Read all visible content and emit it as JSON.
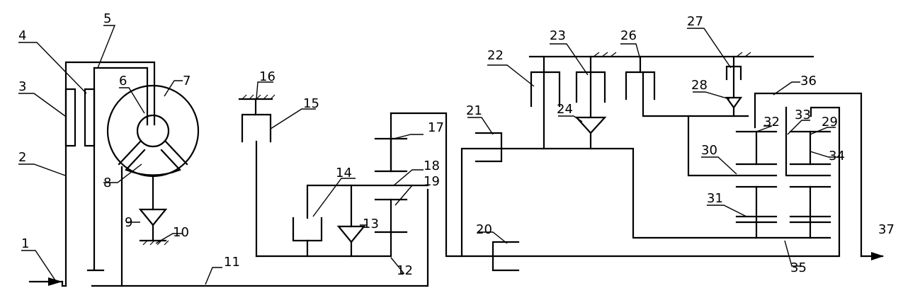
{
  "diagram": {
    "type": "mechanical-schematic",
    "colors": {
      "stroke": "#000000",
      "background": "#ffffff"
    },
    "labels": {
      "l1": "1",
      "l2": "2",
      "l3": "3",
      "l4": "4",
      "l5": "5",
      "l6": "6",
      "l7": "7",
      "l8": "8",
      "l9": "9",
      "l10": "10",
      "l11": "11",
      "l12": "12",
      "l13": "13",
      "l14": "14",
      "l15": "15",
      "l16": "16",
      "l17": "17",
      "l18": "18",
      "l19": "19",
      "l20": "20",
      "l21": "21",
      "l22": "22",
      "l23": "23",
      "l24": "24",
      "l26": "26",
      "l27": "27",
      "l28": "28",
      "l29": "29",
      "l30": "30",
      "l31": "31",
      "l32": "32",
      "l33": "33",
      "l34": "34",
      "l35": "35",
      "l36": "36",
      "l37": "37"
    }
  }
}
